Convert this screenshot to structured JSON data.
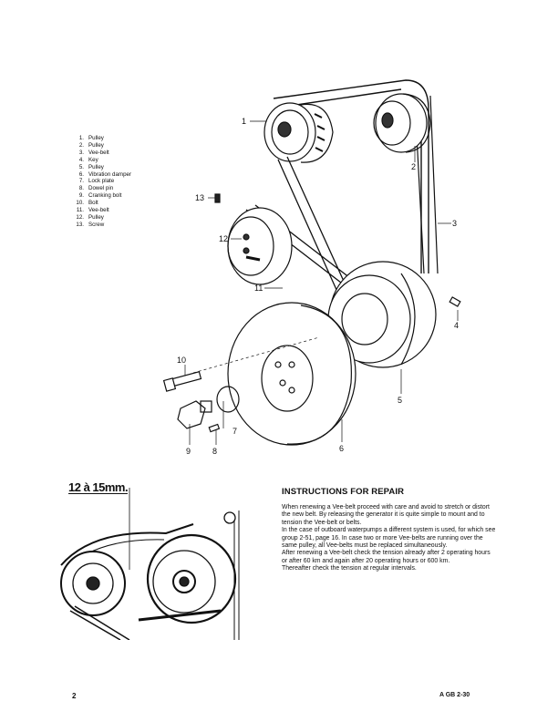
{
  "parts_legend": [
    {
      "num": "1.",
      "label": "Pulley"
    },
    {
      "num": "2.",
      "label": "Pulley"
    },
    {
      "num": "3.",
      "label": "Vee-belt"
    },
    {
      "num": "4.",
      "label": "Key"
    },
    {
      "num": "5.",
      "label": "Pulley"
    },
    {
      "num": "6.",
      "label": "Vibration damper"
    },
    {
      "num": "7.",
      "label": "Lock plate"
    },
    {
      "num": "8.",
      "label": "Dowel pin"
    },
    {
      "num": "9.",
      "label": "Cranking bolt"
    },
    {
      "num": "10.",
      "label": "Bolt"
    },
    {
      "num": "11.",
      "label": "Vee-belt"
    },
    {
      "num": "12.",
      "label": "Pulley"
    },
    {
      "num": "13.",
      "label": "Screw"
    }
  ],
  "diagram_callouts": [
    "1",
    "2",
    "3",
    "4",
    "5",
    "6",
    "7",
    "8",
    "9",
    "10",
    "11",
    "12",
    "13"
  ],
  "photo": {
    "measurement_label": "12 à 15mm."
  },
  "instructions": {
    "title": "INSTRUCTIONS FOR REPAIR",
    "paragraphs": [
      "When renewing a Vee-belt proceed with care and avoid to stretch or distort the new belt. By releasing the generator it is quite simple to mount and to tension the Vee-belt or belts.",
      "In the case of outboard waterpumps a different system is used, for which see group 2-51, page 16. In case two or more Vee-belts are running over the same pulley, all Vee-belts must be replaced simultaneously.",
      "After renewing a Vee-belt check the tension already after 2 operating hours or after 60 km and again after 20 operating hours or 600 km.",
      "Thereafter check the tension at regular intervals."
    ]
  },
  "footer": {
    "page_number": "2",
    "doc_code": "A GB 2-30"
  }
}
